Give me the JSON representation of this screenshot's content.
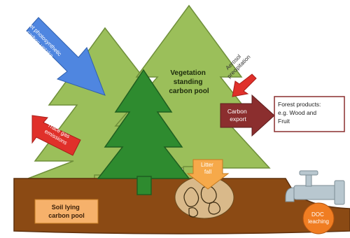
{
  "labels": {
    "net_photosynthetic": [
      "Net photosynthetic",
      "carbon uptake"
    ],
    "trace_gas": [
      "Trace gas",
      "emissions"
    ],
    "vegetation_pool": [
      "Vegetation",
      "standing",
      "carbon pool"
    ],
    "aerosol": [
      "Aerosol",
      "precipitation"
    ],
    "carbon_export": [
      "Carbon",
      "export"
    ],
    "forest_products": [
      "Forest products:",
      "e.g. Wood and",
      "Fruit"
    ],
    "litter_fall": [
      "Litter",
      "fall"
    ],
    "soil_pool": [
      "Soil lying",
      "carbon pool"
    ],
    "doc_leaching": [
      "DOC",
      "leaching"
    ]
  },
  "colors": {
    "tree_light": "#9bbf5a",
    "tree_dark": "#2e8b2f",
    "tree_outline": "#6f8f3a",
    "trunk": "#8b6a2e",
    "soil": "#8b4a14",
    "soil_label_box": "#f6b16b",
    "arrow_blue": "#4f86e0",
    "arrow_red": "#e0302a",
    "arrow_carbon_export": "#8b2e2e",
    "arrow_litter": "#f6a94a",
    "doc_circle": "#f07d22",
    "faucet": "#b8c7cf",
    "litter_area": "#d9b98a"
  },
  "icons": [
    "water-faucet-icon",
    "leaf-litter-icon"
  ]
}
